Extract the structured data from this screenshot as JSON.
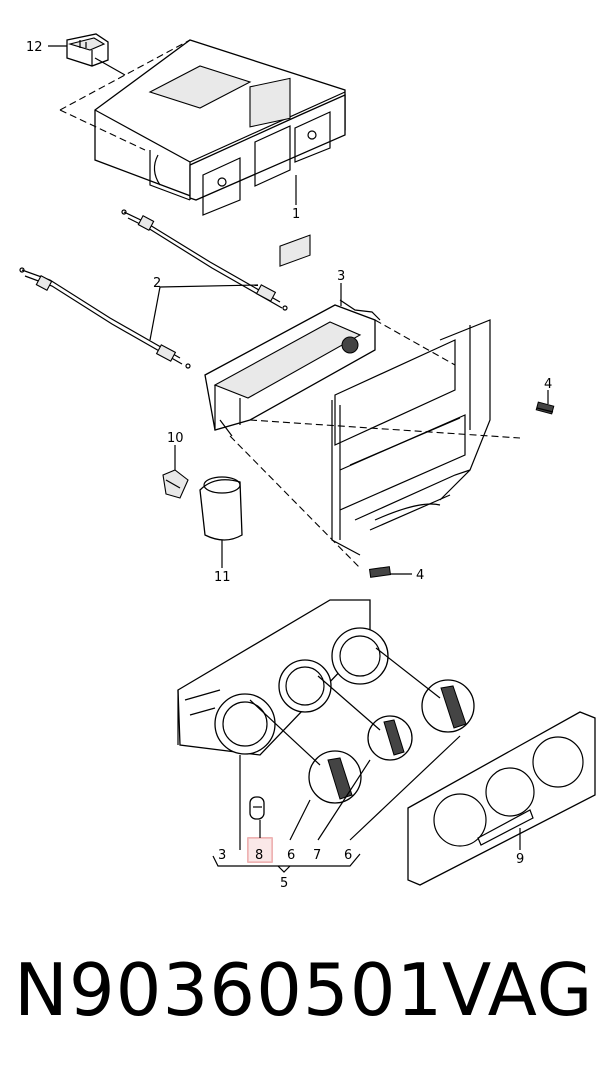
{
  "callouts": {
    "c1": "1",
    "c2": "2",
    "c3_top": "3",
    "c4_right": "4",
    "c4_bottom": "4",
    "c10": "10",
    "c11": "11",
    "c12": "12",
    "c3_bottom": "3",
    "c8": "8",
    "c6a": "6",
    "c7": "7",
    "c6b": "6",
    "c5": "5",
    "c9": "9"
  },
  "highlight": {
    "label": "8",
    "color": "#e89a9a"
  },
  "footer": {
    "part_number": "N90360501",
    "brand": "VAG"
  }
}
